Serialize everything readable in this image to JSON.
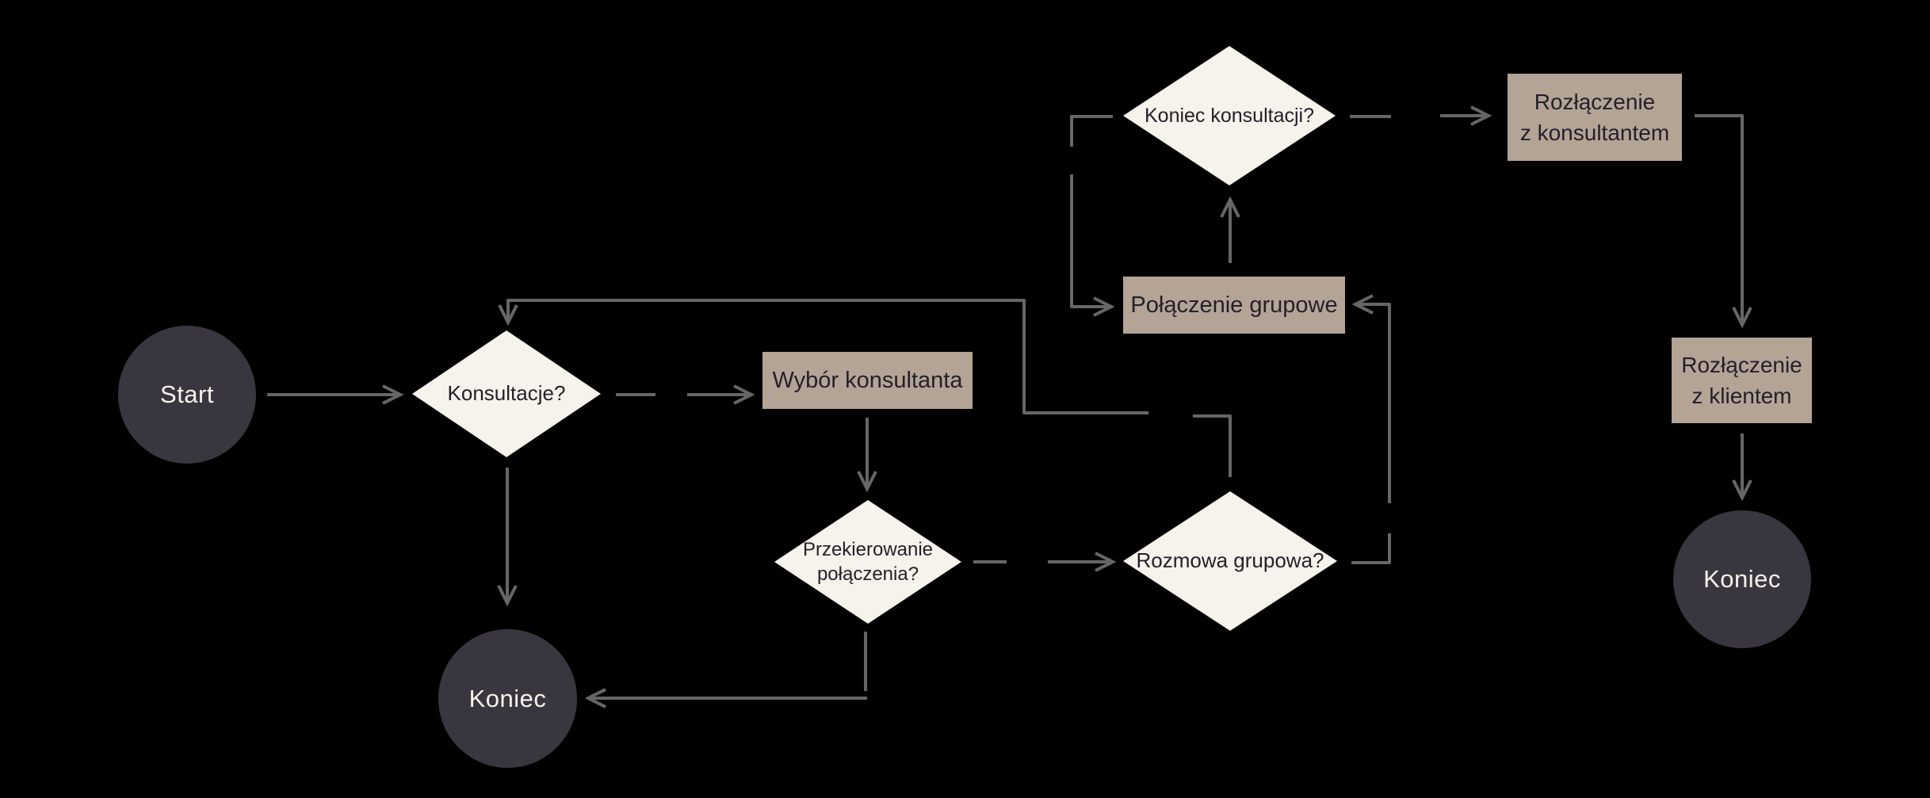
{
  "diagram": {
    "background": "#000000",
    "colors": {
      "background": "#000000",
      "terminal_fill": "#3a3640",
      "terminal_text": "#f6f3ec",
      "decision_fill": "#f6f3ec",
      "process_fill": "#b3a496",
      "dark_text": "#242029",
      "connector": "#666666"
    },
    "nodes": {
      "start": {
        "type": "terminal",
        "label": "Start"
      },
      "konsultacje": {
        "type": "decision",
        "label": "Konsultacje?"
      },
      "wybor_konsultanta": {
        "type": "process",
        "label": "Wybór konsultanta"
      },
      "przekierowanie": {
        "type": "decision",
        "lines": [
          "Przekierowanie",
          "połączenia?"
        ]
      },
      "koniec_lewy": {
        "type": "terminal",
        "label": "Koniec"
      },
      "rozmowa_grupowa": {
        "type": "decision",
        "label": "Rozmowa grupowa?"
      },
      "polaczenie_grupowe": {
        "type": "process",
        "label": "Połączenie grupowe"
      },
      "koniec_konsultacji": {
        "type": "decision",
        "label": "Koniec konsultacji?"
      },
      "rozlaczenie_z_konsultantem": {
        "type": "process",
        "lines": [
          "Rozłączenie",
          "z konsultantem"
        ]
      },
      "rozlaczenie_z_klientem": {
        "type": "process",
        "lines": [
          "Rozłączenie",
          "z klientem"
        ]
      },
      "koniec_prawy": {
        "type": "terminal",
        "label": "Koniec"
      }
    }
  }
}
